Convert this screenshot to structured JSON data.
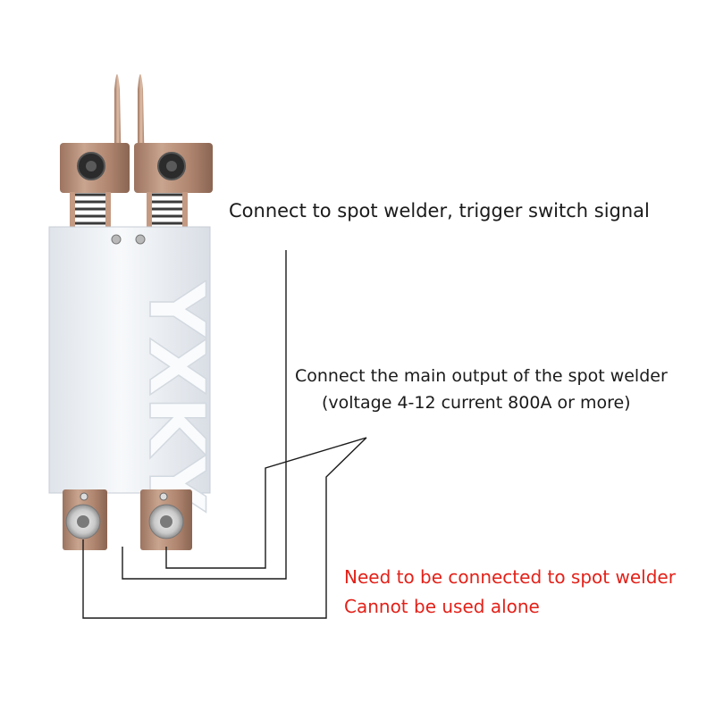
{
  "diagram": {
    "brand_watermark": "YXKY",
    "labels": {
      "trigger": "Connect to spot welder, trigger switch signal",
      "main_output_line1": "Connect the main output of the spot welder",
      "main_output_line2": "(voltage 4-12 current 800A or more)"
    },
    "warnings": {
      "line1": "Need to be connected to spot welder",
      "line2": "Cannot be used alone"
    },
    "colors": {
      "copper": "#b38a72",
      "copper_dark": "#8e6a57",
      "body": "#eef1f5",
      "warning": "#e32119",
      "line": "#1a1a1a"
    }
  }
}
